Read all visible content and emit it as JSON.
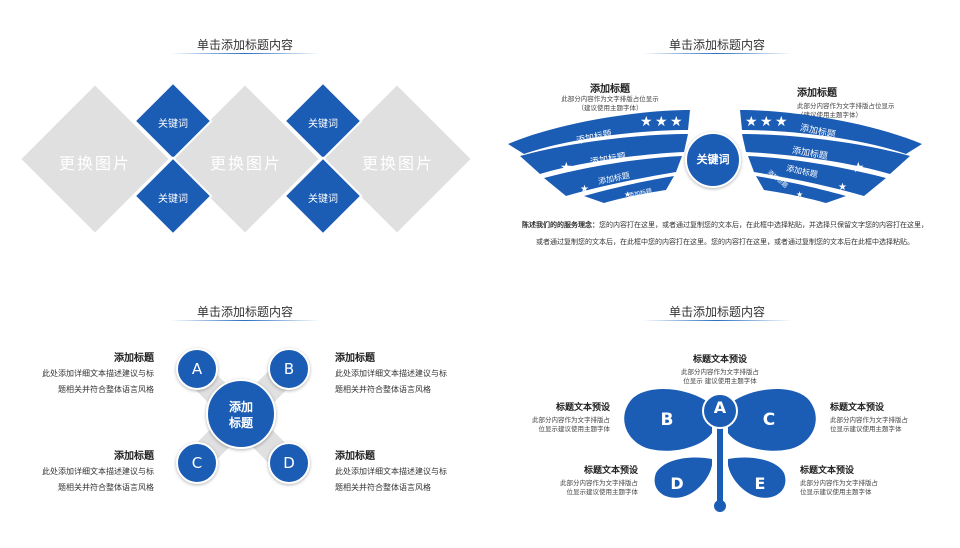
{
  "q1": {
    "title": "单击添加标题内容",
    "placeholders": [
      "更换图片",
      "更换图片",
      "更换图片"
    ],
    "keywords": [
      "关键词",
      "关键词",
      "关键词",
      "关键词"
    ]
  },
  "q2": {
    "title": "单击添加标题内容",
    "left_title": "添加标题",
    "left_text1": "此部分内容作为文字排版占位显示",
    "left_text2": "（建议使用主题字体）",
    "right_title": "添加标题",
    "right_text1": "此部分内容作为文字排版占位显示",
    "right_text2": "（建议使用主题字体）",
    "center": "关键词",
    "wing_labels_left": [
      "添加标题",
      "添加标题",
      "添加标题",
      "添加标题"
    ],
    "wing_labels_right": [
      "添加标题",
      "添加标题",
      "添加标题",
      "添加标题"
    ],
    "paragraph_bold": "陈述我们的的服务理念：",
    "paragraph_line1": "您的内容打在这里，或者通过复制您的文本后，在此框中选择粘贴，并选择只保留文字您的内容打在这里，",
    "paragraph_line2": "或者通过复制您的文本后，在此框中您的内容打在这里。您的内容打在这里，或者通过复制您的文本后在此框中选择粘贴。"
  },
  "q3": {
    "title": "单击添加标题内容",
    "center_line1": "添加",
    "center_line2": "标题",
    "letters": [
      "A",
      "B",
      "C",
      "D"
    ],
    "blocks": [
      {
        "title": "添加标题",
        "line1": "此处添加详细文本描述建议与标",
        "line2": "题相关并符合整体语言风格"
      },
      {
        "title": "添加标题",
        "line1": "此处添加详细文本描述建议与标",
        "line2": "题相关并符合整体语言风格"
      },
      {
        "title": "添加标题",
        "line1": "此处添加详细文本描述建议与标",
        "line2": "题相关并符合整体语言风格"
      },
      {
        "title": "添加标题",
        "line1": "此处添加详细文本描述建议与标",
        "line2": "题相关并符合整体语言风格"
      }
    ]
  },
  "q4": {
    "title": "单击添加标题内容",
    "letters": [
      "A",
      "B",
      "C",
      "D",
      "E"
    ],
    "top": {
      "title": "标题文本预设",
      "line1": "此部分内容作为文字排版占",
      "line2": "位显示 建议使用主题字体"
    },
    "blocks": [
      {
        "title": "标题文本预设",
        "line1": "此部分内容作为文字排版占",
        "line2": "位显示建议使用主题字体"
      },
      {
        "title": "标题文本预设",
        "line1": "此部分内容作为文字排版占",
        "line2": "位显示建议使用主题字体"
      },
      {
        "title": "标题文本预设",
        "line1": "此部分内容作为文字排版占",
        "line2": "位显示建议使用主题字体"
      },
      {
        "title": "标题文本预设",
        "line1": "此部分内容作为文字排版占",
        "line2": "位显示建议使用主题字体"
      }
    ]
  },
  "colors": {
    "primary": "#1b5cb4",
    "gray": "#e0e0e0"
  }
}
